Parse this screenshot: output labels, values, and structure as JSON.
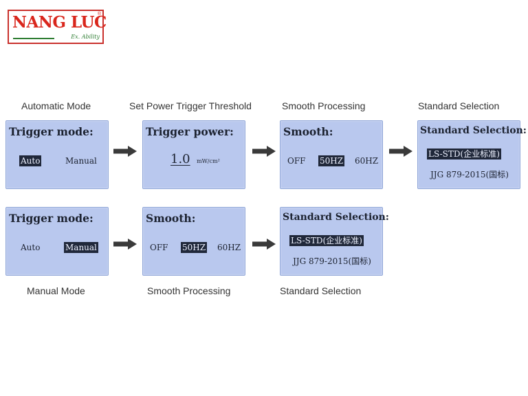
{
  "logo": {
    "text": "NANG LUC",
    "registered": "®",
    "subtitle": "Ex. Ability"
  },
  "captions": {
    "automatic_mode": "Automatic Mode",
    "set_power_trigger": "Set Power Trigger Threshold",
    "smooth_processing_top": "Smooth Processing",
    "standard_selection_top": "Standard Selection",
    "manual_mode": "Manual Mode",
    "smooth_processing_bottom": "Smooth Processing",
    "standard_selection_bottom": "Standard Selection"
  },
  "row1": {
    "trigger": {
      "title": "Trigger mode:",
      "opt_auto": "Auto",
      "opt_manual": "Manual",
      "selected": "Auto"
    },
    "power": {
      "title": "Trigger power:",
      "value": "1.0",
      "unit": "mW/cm²"
    },
    "smooth": {
      "title": "Smooth:",
      "opt_off": "OFF",
      "opt_50": "50HZ",
      "opt_60": "60HZ",
      "selected": "50HZ"
    },
    "standard": {
      "title": "Standard Selection:",
      "opt_ls": "LS-STD(企业标准)",
      "opt_jjg": "JJG 879-2015(国标)",
      "selected": "LS-STD(企业标准)"
    }
  },
  "row2": {
    "trigger": {
      "title": "Trigger mode:",
      "opt_auto": "Auto",
      "opt_manual": "Manual",
      "selected": "Manual"
    },
    "smooth": {
      "title": "Smooth:",
      "opt_off": "OFF",
      "opt_50": "50HZ",
      "opt_60": "60HZ",
      "selected": "50HZ"
    },
    "standard": {
      "title": "Standard Selection:",
      "opt_ls": "LS-STD(企业标准)",
      "opt_jjg": "JJG 879-2015(国标)",
      "selected": "LS-STD(企业标准)"
    }
  },
  "colors": {
    "lcd_bg": "#b9c8ee",
    "lcd_border": "#8fa6d8",
    "highlight": "#20283a",
    "arrow": "#3a3a3a",
    "logo_red": "#d9261c",
    "logo_green": "#2e7d32"
  },
  "icons": {
    "flow_arrow": "right-arrow-icon"
  }
}
